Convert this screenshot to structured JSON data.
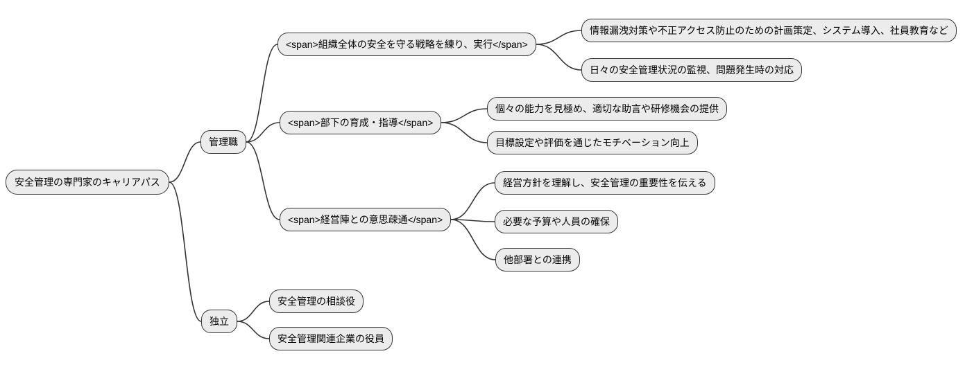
{
  "diagram": {
    "type": "mindmap",
    "direction": "left-to-right",
    "colors": {
      "background": "#ffffff",
      "node_fill": "#ececec",
      "node_border": "#343434",
      "link": "#343434",
      "text": "#000000"
    },
    "nodes": {
      "root": {
        "label": "安全管理の専門家のキャリアパス"
      },
      "management": {
        "label": "管理職"
      },
      "strategy": {
        "label": "<span>組織全体の安全を守る戦略を練り、実行</span>"
      },
      "strategy_plan": {
        "label": "情報漏洩対策や不正アクセス防止のための計画策定、システム導入、社員教育など"
      },
      "strategy_monitor": {
        "label": "日々の安全管理状況の監視、問題発生時の対応"
      },
      "develop": {
        "label": "<span>部下の育成・指導</span>"
      },
      "develop_assess": {
        "label": "個々の能力を見極め、適切な助言や研修機会の提供"
      },
      "develop_motivate": {
        "label": "目標設定や評価を通じたモチベーション向上"
      },
      "communication": {
        "label": "<span>経営陣との意思疎通</span>"
      },
      "comm_policy": {
        "label": "経営方針を理解し、安全管理の重要性を伝える"
      },
      "comm_budget": {
        "label": "必要な予算や人員の確保"
      },
      "comm_collab": {
        "label": "他部署との連携"
      },
      "independent": {
        "label": "独立"
      },
      "advisor": {
        "label": "安全管理の相談役"
      },
      "officer": {
        "label": "安全管理関連企業の役員"
      }
    },
    "edges": [
      [
        "root",
        "management"
      ],
      [
        "root",
        "independent"
      ],
      [
        "management",
        "strategy"
      ],
      [
        "management",
        "develop"
      ],
      [
        "management",
        "communication"
      ],
      [
        "strategy",
        "strategy_plan"
      ],
      [
        "strategy",
        "strategy_monitor"
      ],
      [
        "develop",
        "develop_assess"
      ],
      [
        "develop",
        "develop_motivate"
      ],
      [
        "communication",
        "comm_policy"
      ],
      [
        "communication",
        "comm_budget"
      ],
      [
        "communication",
        "comm_collab"
      ],
      [
        "independent",
        "advisor"
      ],
      [
        "independent",
        "officer"
      ]
    ]
  }
}
